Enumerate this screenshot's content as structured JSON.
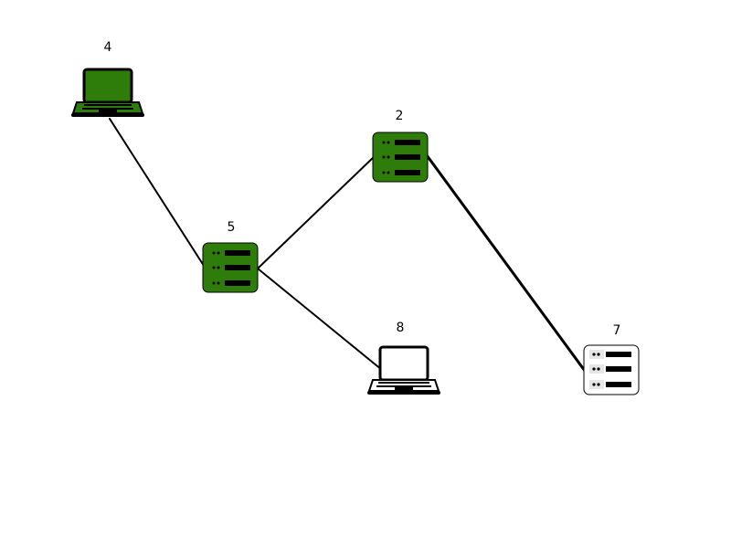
{
  "diagram": {
    "nodes": [
      {
        "id": "4",
        "label": "4",
        "kind": "laptop",
        "state": "active",
        "icon": "laptop-icon"
      },
      {
        "id": "5",
        "label": "5",
        "kind": "server",
        "state": "active",
        "icon": "server-icon"
      },
      {
        "id": "2",
        "label": "2",
        "kind": "server",
        "state": "active",
        "icon": "server-icon"
      },
      {
        "id": "8",
        "label": "8",
        "kind": "laptop",
        "state": "inactive",
        "icon": "laptop-icon"
      },
      {
        "id": "7",
        "label": "7",
        "kind": "server",
        "state": "inactive",
        "icon": "server-icon"
      }
    ],
    "edges": [
      {
        "from": "4",
        "to": "5"
      },
      {
        "from": "5",
        "to": "2"
      },
      {
        "from": "5",
        "to": "8"
      },
      {
        "from": "2",
        "to": "7",
        "emphasis": "thick"
      }
    ]
  },
  "colors": {
    "active": "#2e7d0b",
    "inactive": "#ffffff",
    "outline": "#000000",
    "slot_dot": "#e6e6e6"
  }
}
